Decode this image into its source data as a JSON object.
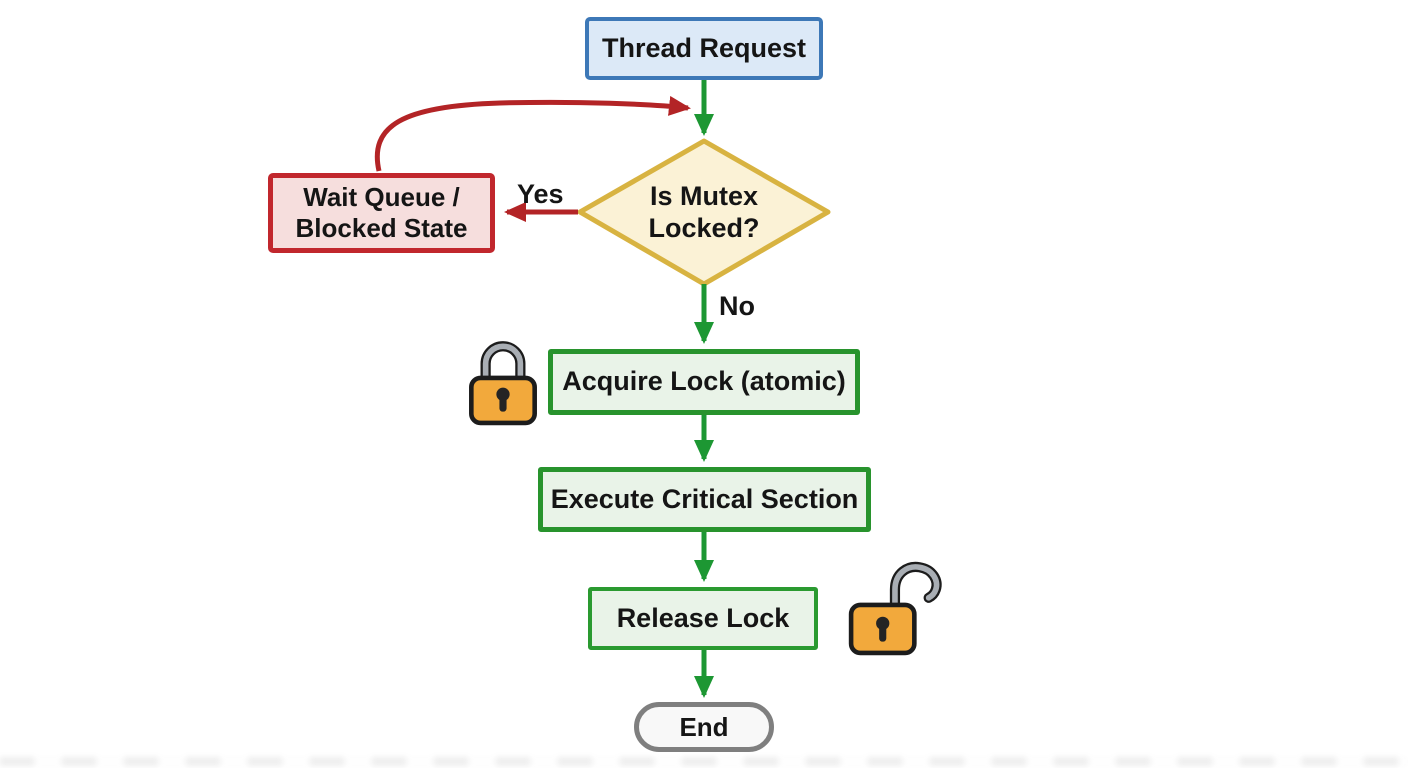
{
  "flowchart": {
    "nodes": {
      "thread_request": {
        "label": "Thread Request",
        "fill": "#dce9f7",
        "border": "#3d78b7"
      },
      "is_mutex_locked": {
        "lines": [
          "Is Mutex",
          "Locked?"
        ],
        "fill": "#fbf2d6",
        "border": "#d8b341"
      },
      "wait_queue": {
        "lines": [
          "Wait Queue /",
          "Blocked State"
        ],
        "fill": "#f6dedd",
        "border": "#c1272d"
      },
      "acquire_lock": {
        "label": "Acquire Lock (atomic)",
        "fill": "#e9f3e8",
        "border": "#28932d"
      },
      "execute_critical_section": {
        "label": "Execute Critical Section",
        "fill": "#e9f3e8",
        "border": "#28932d"
      },
      "release_lock": {
        "label": "Release Lock",
        "fill": "#e9f3e8",
        "border": "#2a9a30"
      },
      "end": {
        "label": "End",
        "fill": "#f8f8f8",
        "border": "#7f7f7f"
      }
    },
    "edge_labels": {
      "yes": "Yes",
      "no": "No"
    },
    "icons": {
      "locked": "closed-padlock-icon",
      "unlocked": "open-padlock-icon",
      "lock_body_color": "#f2a93c",
      "lock_shackle_color": "#a9aeb4"
    },
    "colors": {
      "arrow_green": "#1d9733",
      "arrow_red": "#b32426",
      "text": "#151515",
      "background": "#ffffff"
    }
  }
}
